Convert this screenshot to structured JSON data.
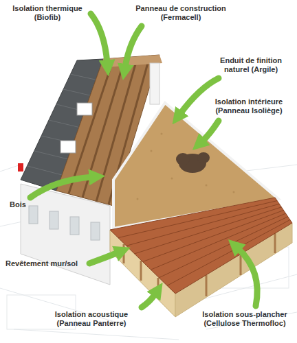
{
  "diagram": {
    "labels": [
      "Isolation thermique (Biofib)",
      "Panneau de construction (Fermacell)",
      "Enduit de finition naturel (Argile)",
      "Isolation intérieure (Panneau Isoliège)",
      "Bois",
      "Revêtement mur/sol",
      "Isolation acoustique (Panneau Panterre)",
      "Isolation sous-plancher (Cellulose Thermofloc)"
    ]
  }
}
